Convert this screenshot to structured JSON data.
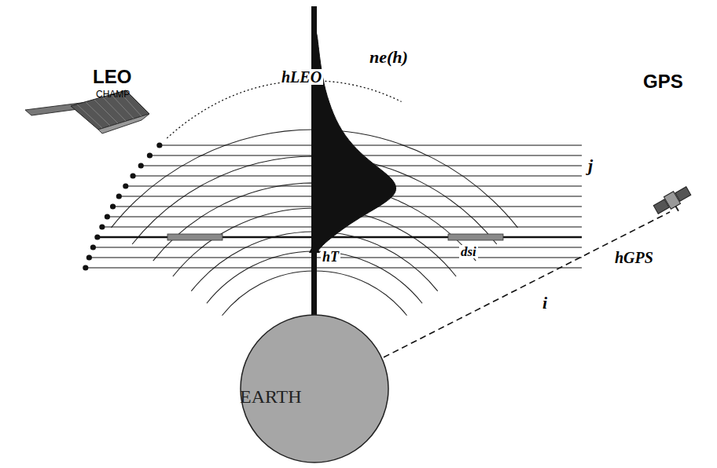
{
  "diagram": {
    "nodes": [
      {
        "text": [
          "EARTH"
        ]
      }
    ],
    "labels": [
      "ne(h)",
      "LEO",
      "CHAMP",
      "hLEO",
      "j",
      "GPS",
      "hGPS",
      "hT",
      "dsi",
      "i"
    ]
  }
}
